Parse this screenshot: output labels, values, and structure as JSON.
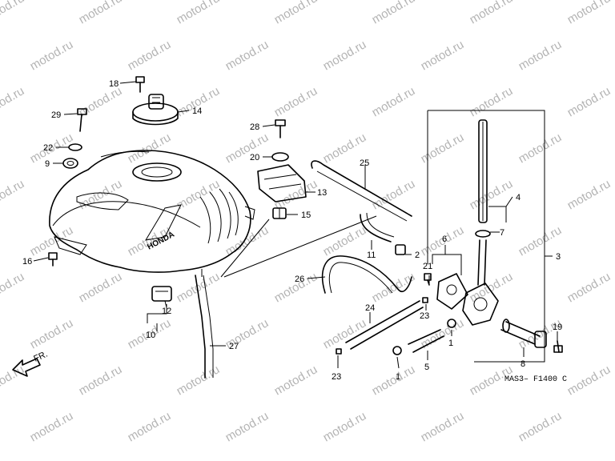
{
  "watermark": {
    "text": "motod.ru"
  },
  "diagram_code": "MAS3– F1400 C",
  "front_arrow_label": "FR.",
  "tank_brand": "HONDA",
  "callouts": {
    "c1a": "1",
    "c1b": "1",
    "c2": "2",
    "c3": "3",
    "c4": "4",
    "c5": "5",
    "c6": "6",
    "c7": "7",
    "c8": "8",
    "c9": "9",
    "c10": "10",
    "c11": "11",
    "c12": "12",
    "c13": "13",
    "c14": "14",
    "c15": "15",
    "c16": "16",
    "c18": "18",
    "c19": "19",
    "c20": "20",
    "c21": "21",
    "c22": "22",
    "c23a": "23",
    "c23b": "23",
    "c24": "24",
    "c25": "25",
    "c26": "26",
    "c27": "27",
    "c28": "28",
    "c29": "29"
  }
}
